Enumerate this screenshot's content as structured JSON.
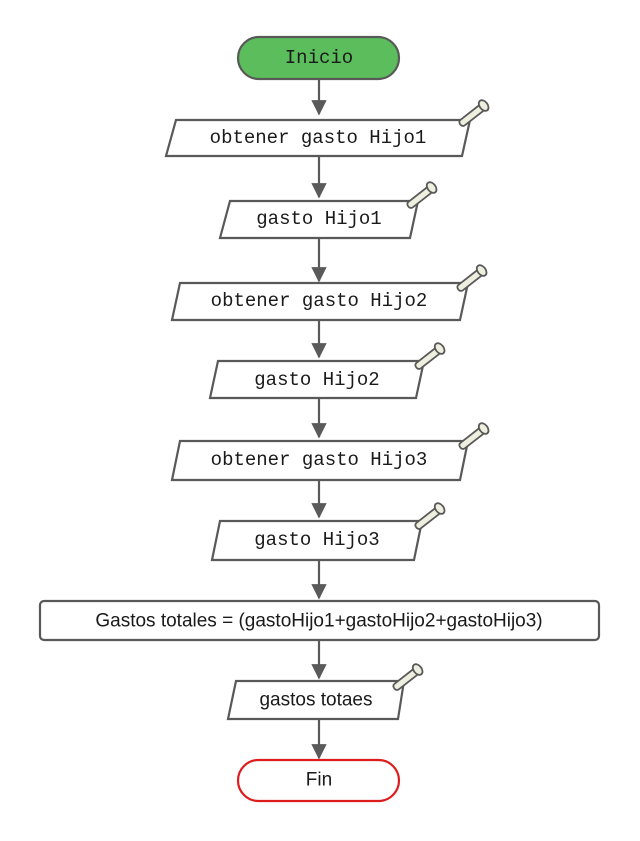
{
  "flowchart": {
    "colors": {
      "start_fill": "#5bbd5b",
      "end_stroke": "#dd1d1d",
      "node_stroke": "#595959",
      "edge": "#5a5a5a",
      "scroll_fill": "#efefe0"
    },
    "start": {
      "label": "Inicio"
    },
    "steps": [
      {
        "label": "obtener gasto Hijo1",
        "type": "io"
      },
      {
        "label": "gasto Hijo1",
        "type": "io"
      },
      {
        "label": "obtener gasto Hijo2",
        "type": "io"
      },
      {
        "label": "gasto Hijo2",
        "type": "io"
      },
      {
        "label": "obtener gasto Hijo3",
        "type": "io"
      },
      {
        "label": "gasto Hijo3",
        "type": "io"
      },
      {
        "label": "Gastos totales = (gastoHijo1+gastoHijo2+gastoHijo3)",
        "type": "process"
      },
      {
        "label": "gastos totaes",
        "type": "io"
      }
    ],
    "end": {
      "label": "Fin"
    }
  }
}
